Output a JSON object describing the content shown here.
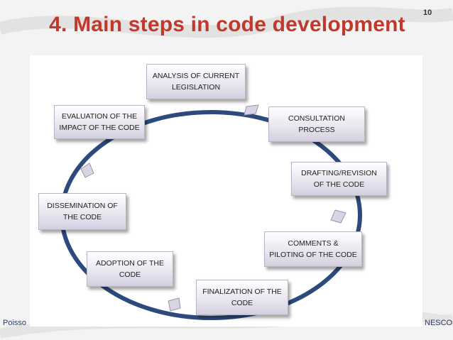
{
  "slide": {
    "title": "4. Main steps in code development",
    "page_number": "10"
  },
  "footer": {
    "left_text": "Poisso",
    "right_text": "NESCO"
  },
  "diagram": {
    "steps": [
      {
        "line1": "Analysis of current",
        "line2": "legislation"
      },
      {
        "line1": "Consultation",
        "line2": "process"
      },
      {
        "line1": "Drafting/Revision",
        "line2": "of the code"
      },
      {
        "line1": "Comments &",
        "line2": "piloting of the code"
      },
      {
        "line1": "Finalization of the",
        "line2": "code"
      },
      {
        "line1": "Adoption of the",
        "line2": "code"
      },
      {
        "line1": "Dissemination of",
        "line2": "the code"
      },
      {
        "line1": "Evaluation of the",
        "line2": "impact of the code"
      }
    ],
    "colors": {
      "cycle_line": "#2c4a7c",
      "box_fill_top": "#ffffff",
      "box_fill_bottom": "#d4cfe0",
      "title": "#c0392b"
    }
  }
}
